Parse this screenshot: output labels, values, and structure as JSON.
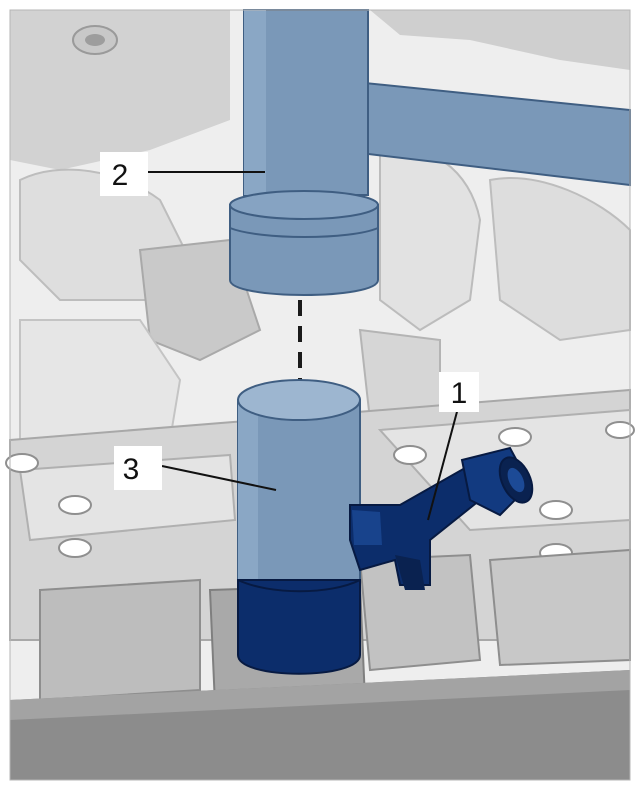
{
  "callouts": [
    {
      "label": "1"
    },
    {
      "label": "2"
    },
    {
      "label": "3"
    }
  ],
  "colors": {
    "tool_light_blue": "#7a98b8",
    "injector_dark_blue": "#0c2d6b",
    "engine_gray": "#d9d9d9",
    "background": "#ffffff"
  }
}
